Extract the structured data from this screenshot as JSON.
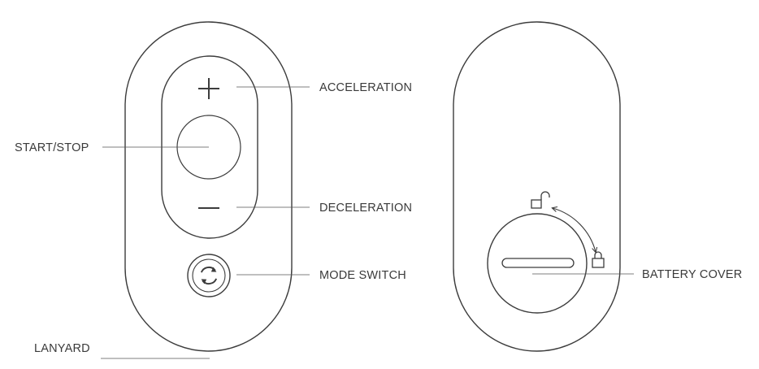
{
  "labels": {
    "acceleration": "ACCELERATION",
    "start_stop": "START/STOP",
    "deceleration": "DECELERATION",
    "mode_switch": "MODE SWITCH",
    "lanyard": "LANYARD",
    "battery_cover": "BATTERY COVER"
  },
  "icons": {
    "plus": "plus-icon",
    "minus": "minus-icon",
    "mode": "cycle-arrows-icon",
    "unlock": "unlocked-padlock-icon",
    "lock": "locked-padlock-icon",
    "rotate": "rotation-arrow-icon"
  },
  "colors": {
    "line": "#3c3c3c",
    "text": "#3a3a3a",
    "background": "#ffffff"
  }
}
